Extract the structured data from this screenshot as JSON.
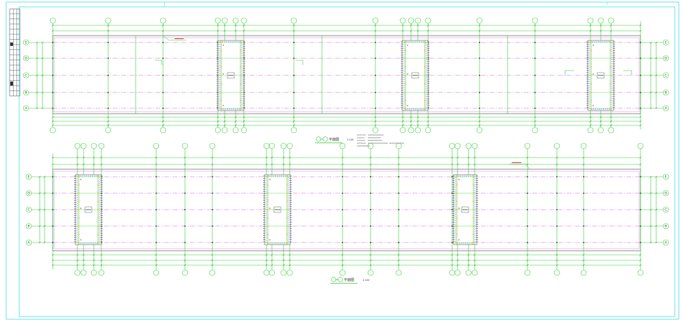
{
  "drawing": {
    "colors": {
      "frame": "#3fdde6",
      "grid": "#27cf27",
      "axis": "#c664c6",
      "outline": "#5a5a5a",
      "core": "#3b5bff",
      "dot": "#ffcc00",
      "mark": "#e02424",
      "ink": "#333333"
    },
    "plans": [
      {
        "title": "平面图",
        "scale": "1:100",
        "rows": [
          "E",
          "D",
          "C",
          "B",
          "A"
        ]
      },
      {
        "title": "平面图",
        "scale": "1:100",
        "rows": [
          "E",
          "D",
          "C",
          "B",
          "A"
        ]
      }
    ]
  }
}
